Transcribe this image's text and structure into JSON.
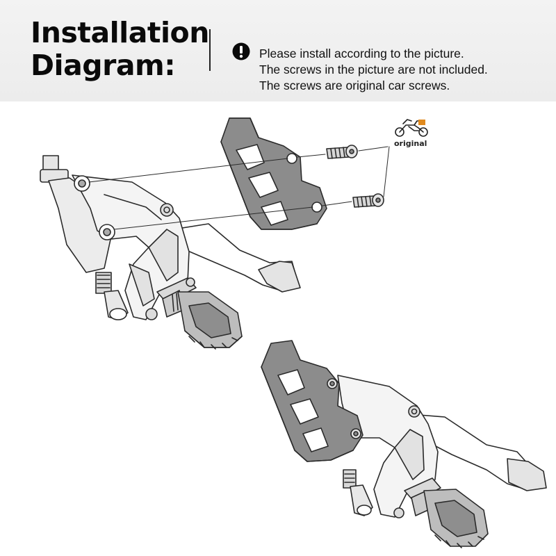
{
  "header": {
    "title_line1": "Installation",
    "title_line2": "Diagram:",
    "notes": [
      "Please install according to the picture.",
      "The screws in the picture are not included.",
      "The screws are original car screws."
    ]
  },
  "diagram": {
    "original_label": "original",
    "colors": {
      "line": "#2a2a2a",
      "part_fill": "#cfcfcf",
      "guard_fill": "#8c8c8c"
    }
  }
}
